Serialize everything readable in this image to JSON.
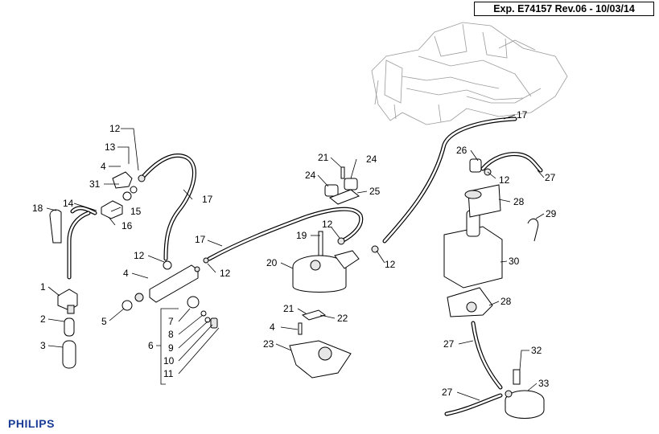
{
  "header": {
    "doc_ref": "Exp. E74157 Rev.06 - 10/03/14"
  },
  "footer": {
    "brand": "PHILIPS"
  },
  "callouts": {
    "c1": "1",
    "c2": "2",
    "c3": "3",
    "c4a": "4",
    "c4b": "4",
    "c4c": "4",
    "c5": "5",
    "c6": "6",
    "c7": "7",
    "c8": "8",
    "c9": "9",
    "c10": "10",
    "c11": "11",
    "c12a": "12",
    "c12b": "12",
    "c12c": "12",
    "c12d": "12",
    "c12e": "12",
    "c12f": "12",
    "c13": "13",
    "c14": "14",
    "c15": "15",
    "c16": "16",
    "c17a": "17",
    "c17b": "17",
    "c17c": "17",
    "c18": "18",
    "c19": "19",
    "c20": "20",
    "c21a": "21",
    "c21b": "21",
    "c22": "22",
    "c23": "23",
    "c24a": "24",
    "c24b": "24",
    "c25": "25",
    "c26": "26",
    "c27a": "27",
    "c27b": "27",
    "c27c": "27",
    "c28a": "28",
    "c28b": "28",
    "c29": "29",
    "c30": "30",
    "c31": "31",
    "c32": "32",
    "c33": "33"
  }
}
